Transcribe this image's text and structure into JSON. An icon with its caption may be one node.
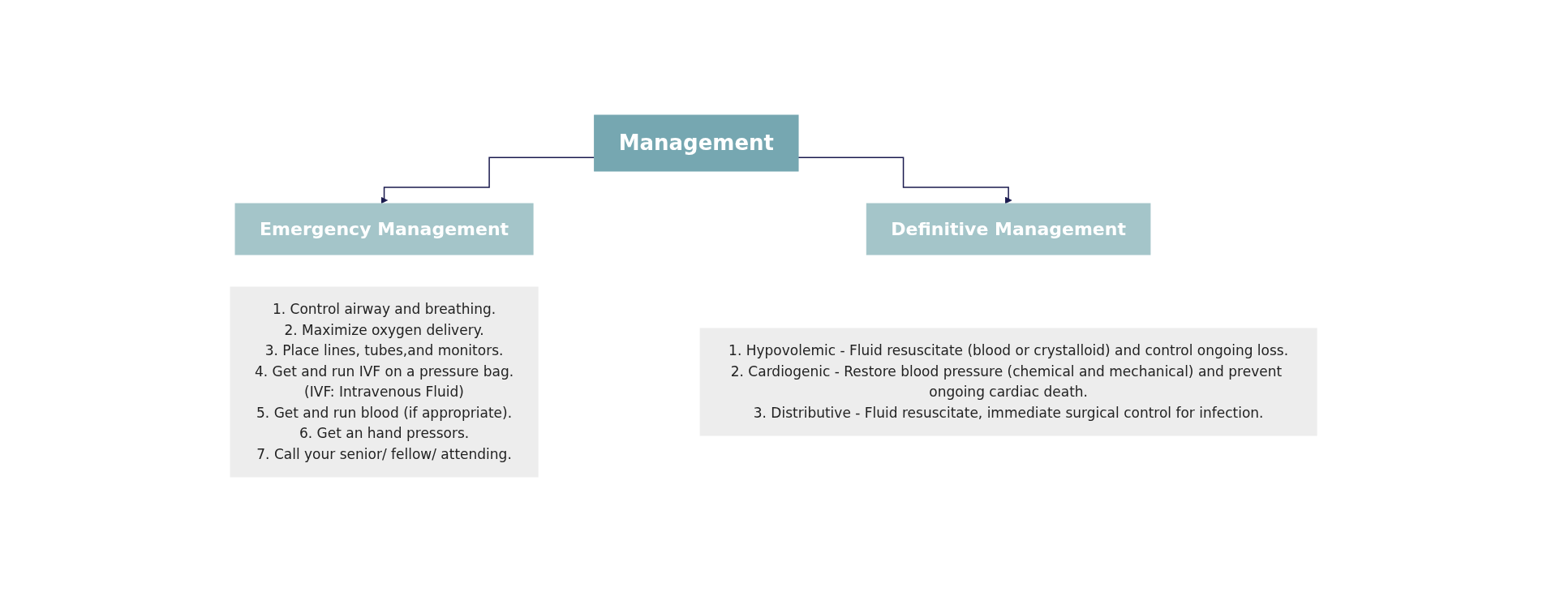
{
  "diagram": {
    "nodes": [
      {
        "text": [
          "Management"
        ]
      },
      {
        "text": [
          "Emergency Management"
        ]
      },
      {
        "text": [
          "Definitive Management"
        ]
      },
      {
        "text": [
          "1. Control airway and breathing.",
          "2. Maximize oxygen delivery.",
          "3. Place lines, tubes,and monitors.",
          "4. Get and run IVF on a pressure bag.",
          "(IVF: Intravenous Fluid)",
          "5. Get and run blood (if appropriate).",
          "6. Get an hand pressors.",
          "7. Call your senior/ fellow/ attending."
        ]
      },
      {
        "text": [
          "1. Hypovolemic - Fluid resuscitate (blood or crystalloid) and control ongoing loss.",
          "2. Cardiogenic - Restore blood pressure (chemical and mechanical) and prevent ongoing cardiac death.",
          "3. Distributive - Fluid resuscitate, immediate surgical control for infection."
        ]
      }
    ],
    "edges": [
      {
        "from": 0,
        "to": 1,
        "arrow": "to"
      },
      {
        "from": 0,
        "to": 2,
        "arrow": "to"
      }
    ]
  }
}
